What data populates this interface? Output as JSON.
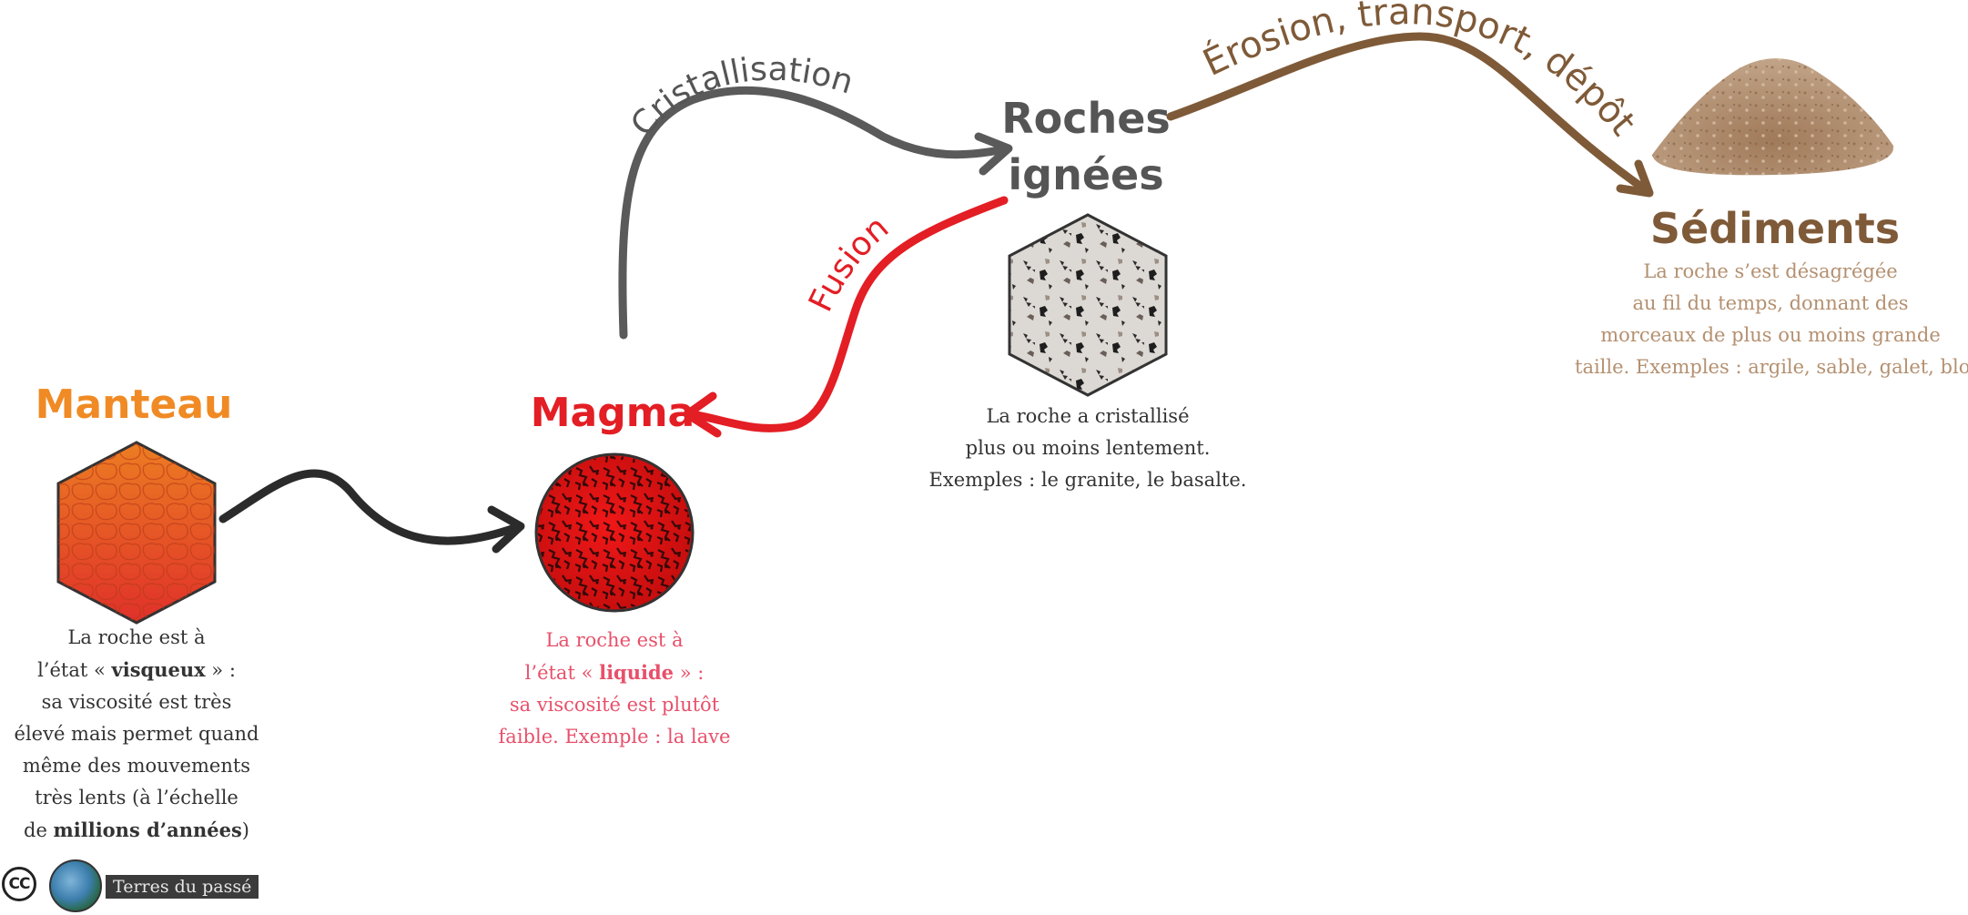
{
  "colors": {
    "manteau": "#f08a24",
    "magma": "#e31e24",
    "magma_text": "#e8506a",
    "ignees": "#555555",
    "sediments": "#7f5a38",
    "sediments_text": "#b49070",
    "dark_arrow": "#2b2b2b",
    "grey_arrow": "#5a5a5a",
    "text": "#333333"
  },
  "nodes": {
    "manteau": {
      "title": "Manteau",
      "desc": [
        "La roche est à",
        [
          "l’état « ",
          {
            "b": "visqueux"
          },
          " » :"
        ],
        "sa viscosité est très",
        "élevé mais permet quand",
        "même des mouvements",
        "très lents (à l’échelle",
        [
          "de ",
          {
            "b": "millions d’années"
          },
          ")"
        ]
      ]
    },
    "magma": {
      "title": "Magma",
      "desc": [
        "La roche est à",
        [
          "l’état « ",
          {
            "b": "liquide"
          },
          " » :"
        ],
        "sa viscosité est plutôt",
        "faible. Exemple : la lave"
      ]
    },
    "ignees": {
      "title_line1": "Roches",
      "title_line2": "ignées",
      "desc": [
        "La roche a cristallisé",
        "plus ou moins lentement.",
        "Exemples : le granite, le basalte."
      ]
    },
    "sediments": {
      "title": "Sédiments",
      "desc": [
        "La roche s’est désagrégée",
        "au fil du temps, donnant des",
        "morceaux de plus ou moins grande",
        "taille. Exemples : argile, sable, galet, blocs."
      ]
    }
  },
  "arrows": {
    "cristallisation": "Cristallisation",
    "fusion": "Fusion",
    "erosion": "Érosion, transport, dépôt"
  },
  "credit": {
    "license": "CC",
    "label": "Terres du passé"
  }
}
